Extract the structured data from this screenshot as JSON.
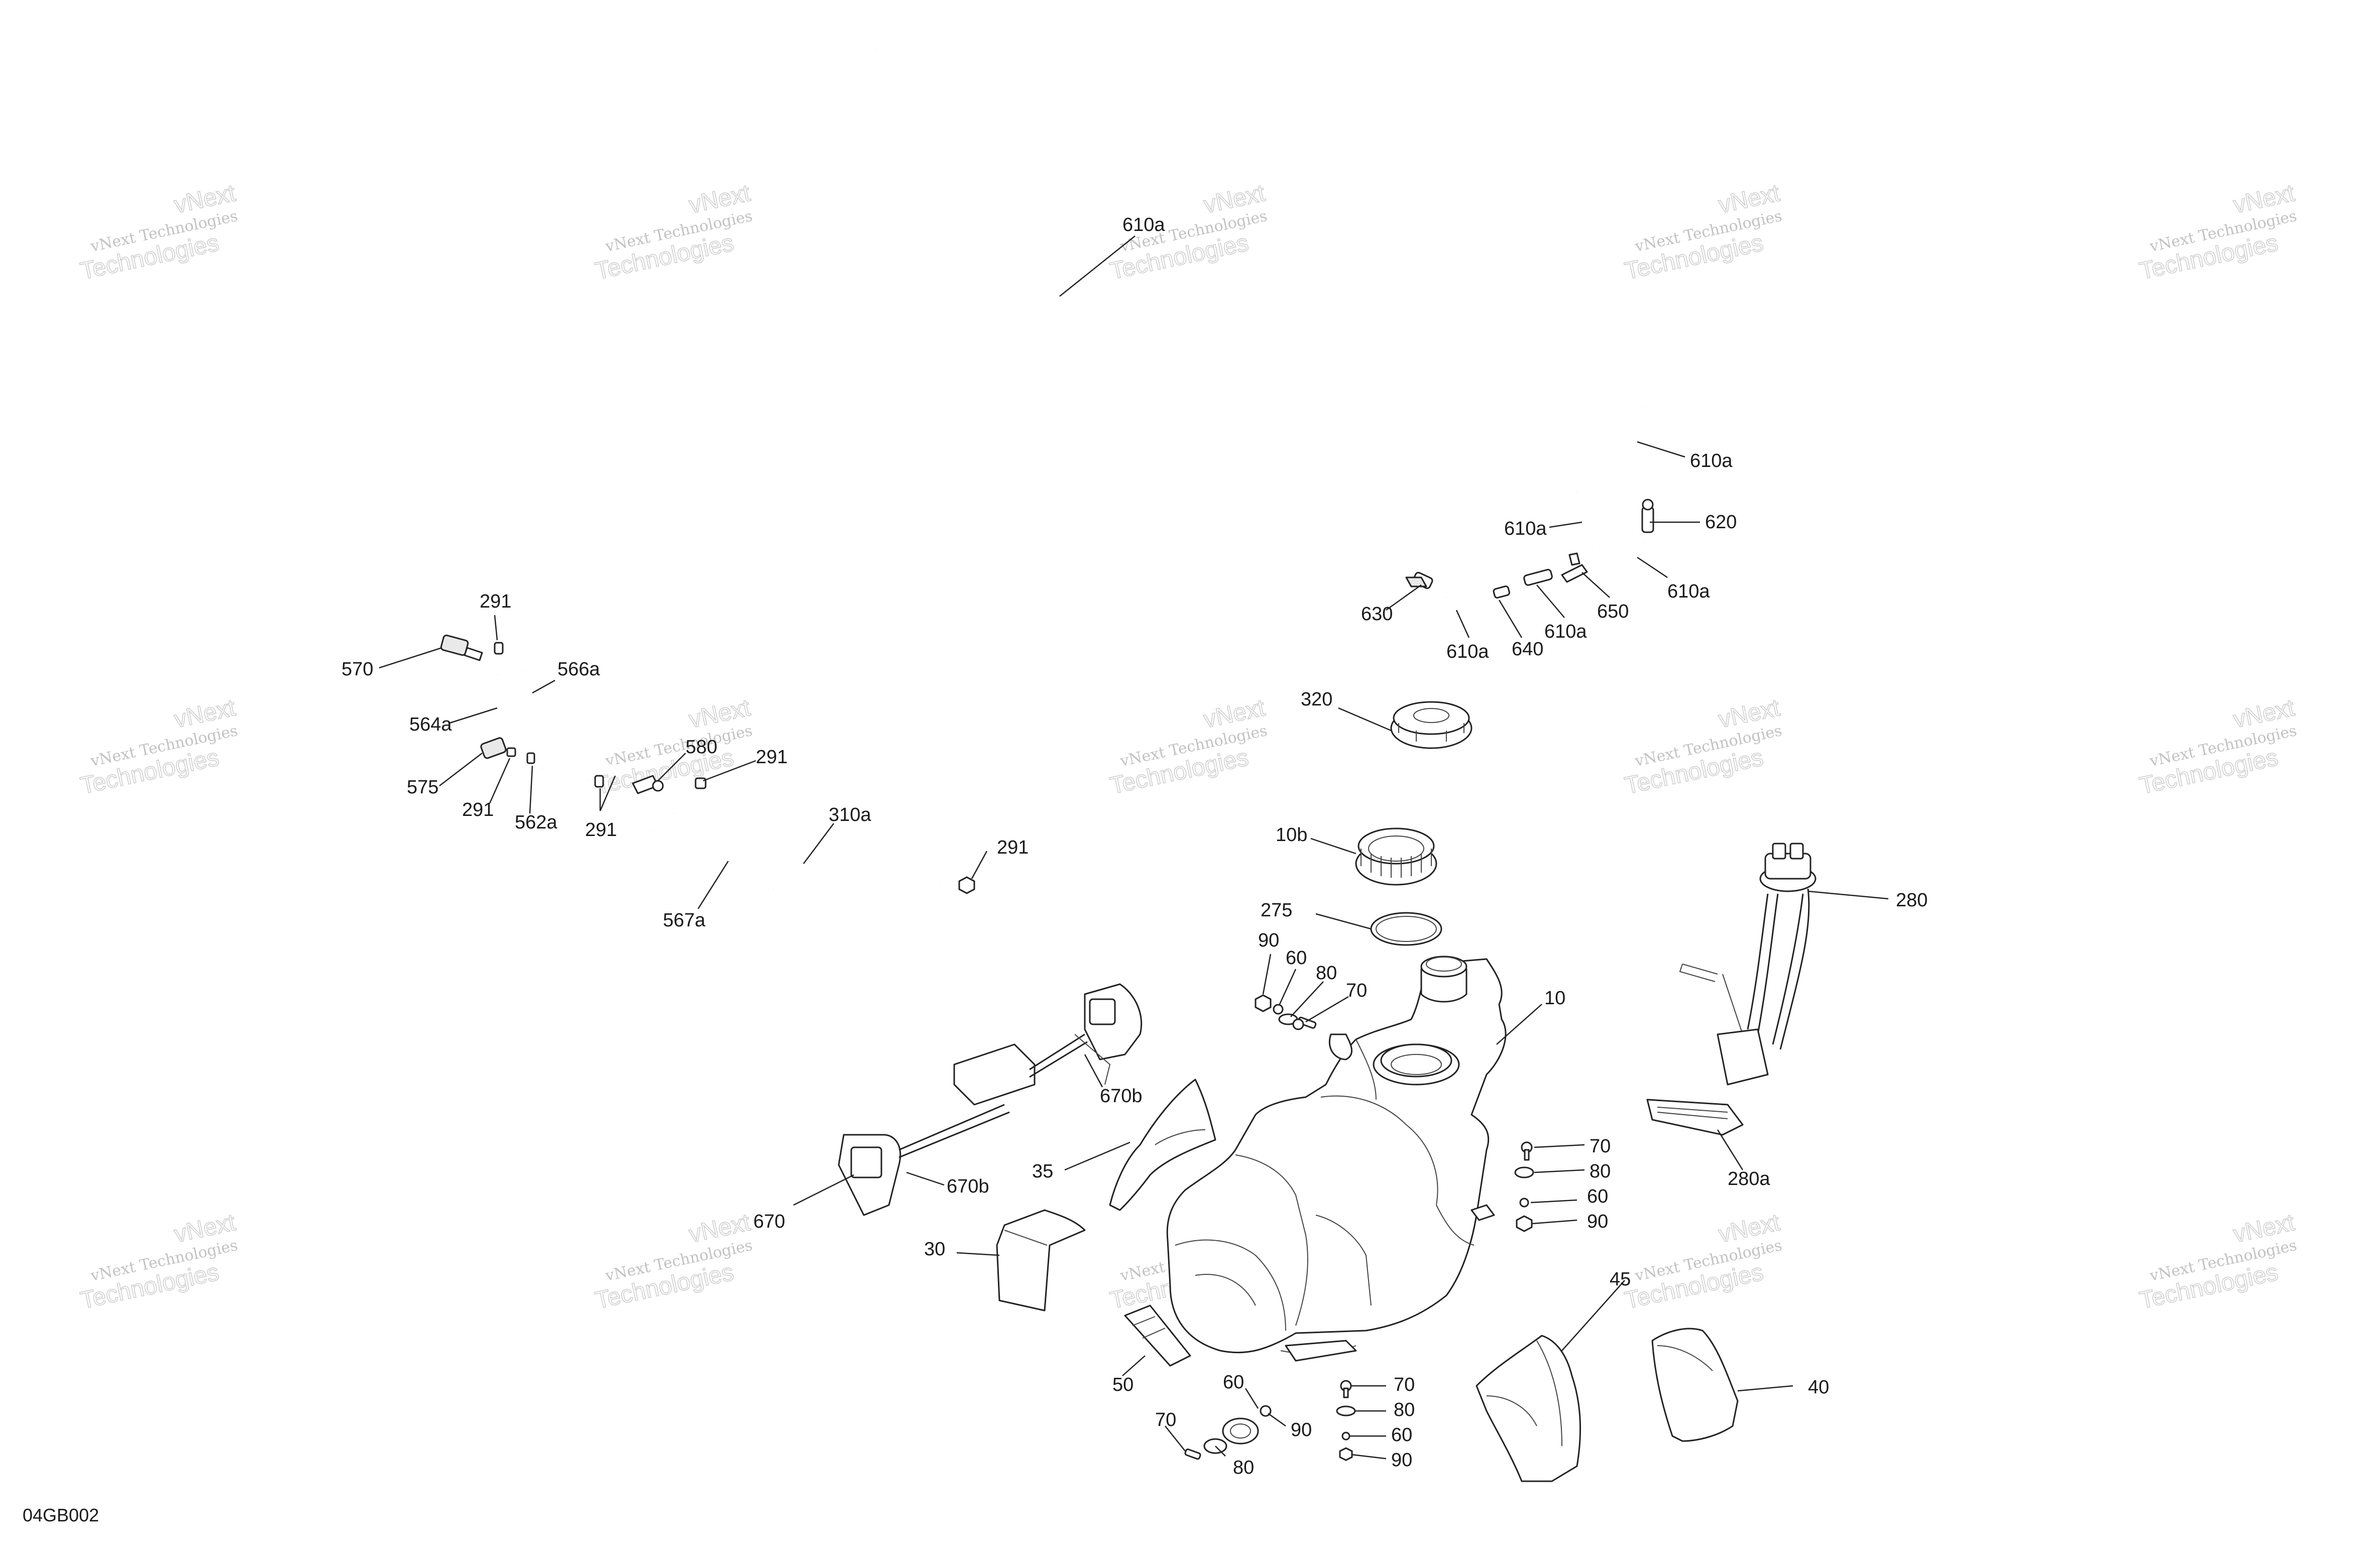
{
  "diagram": {
    "id_label": "04GB002",
    "watermark": {
      "line1": "vNext",
      "line2": "vNext Technologies",
      "line3": "Technologies"
    },
    "callouts": [
      {
        "key": "c610a_1",
        "text": "610a"
      },
      {
        "key": "c610a_2",
        "text": "610a"
      },
      {
        "key": "c610a_3",
        "text": "610a"
      },
      {
        "key": "c610a_4",
        "text": "610a"
      },
      {
        "key": "c610a_5",
        "text": "610a"
      },
      {
        "key": "c610a_6",
        "text": "610a"
      },
      {
        "key": "c620",
        "text": "620"
      },
      {
        "key": "c630",
        "text": "630"
      },
      {
        "key": "c640",
        "text": "640"
      },
      {
        "key": "c650",
        "text": "650"
      },
      {
        "key": "c320",
        "text": "320"
      },
      {
        "key": "c10b",
        "text": "10b"
      },
      {
        "key": "c275",
        "text": "275"
      },
      {
        "key": "c280",
        "text": "280"
      },
      {
        "key": "c280a",
        "text": "280a"
      },
      {
        "key": "c10",
        "text": "10"
      },
      {
        "key": "c90_1",
        "text": "90"
      },
      {
        "key": "c60_1",
        "text": "60"
      },
      {
        "key": "c80_1",
        "text": "80"
      },
      {
        "key": "c70_1",
        "text": "70"
      },
      {
        "key": "c70_2",
        "text": "70"
      },
      {
        "key": "c80_2",
        "text": "80"
      },
      {
        "key": "c60_2",
        "text": "60"
      },
      {
        "key": "c90_2",
        "text": "90"
      },
      {
        "key": "c291_1",
        "text": "291"
      },
      {
        "key": "c570",
        "text": "570"
      },
      {
        "key": "c566a",
        "text": "566a"
      },
      {
        "key": "c564a",
        "text": "564a"
      },
      {
        "key": "c575",
        "text": "575"
      },
      {
        "key": "c291_2",
        "text": "291"
      },
      {
        "key": "c562a",
        "text": "562a"
      },
      {
        "key": "c291_3",
        "text": "291"
      },
      {
        "key": "c580",
        "text": "580"
      },
      {
        "key": "c291_4",
        "text": "291"
      },
      {
        "key": "c310a",
        "text": "310a"
      },
      {
        "key": "c291_5",
        "text": "291"
      },
      {
        "key": "c567a",
        "text": "567a"
      },
      {
        "key": "c670b_1",
        "text": "670b"
      },
      {
        "key": "c670b_2",
        "text": "670b"
      },
      {
        "key": "c670",
        "text": "670"
      },
      {
        "key": "c35",
        "text": "35"
      },
      {
        "key": "c30",
        "text": "30"
      },
      {
        "key": "c50",
        "text": "50"
      },
      {
        "key": "c45",
        "text": "45"
      },
      {
        "key": "c40",
        "text": "40"
      },
      {
        "key": "c60_3",
        "text": "60"
      },
      {
        "key": "c90_3",
        "text": "90"
      },
      {
        "key": "c70_3",
        "text": "70"
      },
      {
        "key": "c80_3",
        "text": "80"
      },
      {
        "key": "c70_4",
        "text": "70"
      },
      {
        "key": "c80_4",
        "text": "80"
      },
      {
        "key": "c60_4",
        "text": "60"
      },
      {
        "key": "c90_4",
        "text": "90"
      }
    ]
  }
}
